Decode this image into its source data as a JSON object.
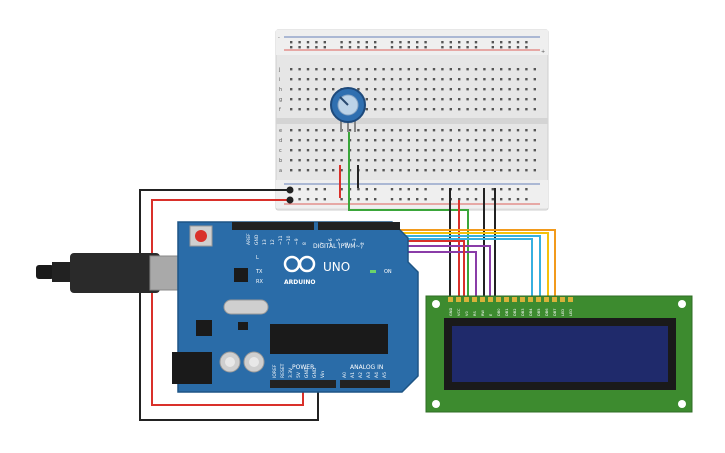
{
  "arduino": {
    "uno_label": "UNO",
    "brand_label": "ARDUINO",
    "digital_label": "DIGITAL (PWM~)",
    "power_label": "POWER",
    "analog_label": "ANALOG IN",
    "on_label": "ON",
    "l_label": "L",
    "tx_label": "TX",
    "rx_label": "RX",
    "aref_label": "AREF",
    "gnd_label": "GND",
    "pin13_label": "13",
    "pin12_label": "12",
    "pin11_label": "~11",
    "pin10_label": "~10",
    "pin9_label": "~9",
    "pin8_label": "8",
    "pin7_label": "7",
    "pin6_label": "~6",
    "pin5_label": "~5",
    "pin4_label": "4",
    "pin3_label": "~3",
    "pin2_label": "2",
    "power_pins": [
      "IOREF",
      "RESET",
      "3.3V",
      "5V",
      "GND",
      "GND",
      "Vin"
    ],
    "analog_pins": [
      "A0",
      "A1",
      "A2",
      "A3",
      "A4",
      "A5"
    ]
  },
  "lcd": {
    "pin_labels": [
      "GND",
      "VCC",
      "V0",
      "RS",
      "RW",
      "E",
      "DB0",
      "DB1",
      "DB2",
      "DB3",
      "DB4",
      "DB5",
      "DB6",
      "DB7",
      "LED",
      "LED"
    ]
  },
  "breadboard": {
    "row_letters_top": [
      "j",
      "i",
      "h",
      "g",
      "f"
    ],
    "row_letters_bottom": [
      "e",
      "d",
      "c",
      "b",
      "a"
    ],
    "plus_label": "+",
    "minus_label": "-"
  },
  "colors": {
    "arduino_board": "#2a6ca8",
    "lcd_board": "#3d8b2f",
    "lcd_screen": "#1f2a6b",
    "wire_red": "#d9302a",
    "wire_black": "#222222",
    "wire_green": "#3aa63a",
    "wire_orange": "#f29a1c",
    "wire_yellow": "#f4c20d",
    "wire_cyan": "#36b0e0",
    "wire_purple": "#8a3ca8",
    "potentiometer": "#2f6fb0"
  }
}
